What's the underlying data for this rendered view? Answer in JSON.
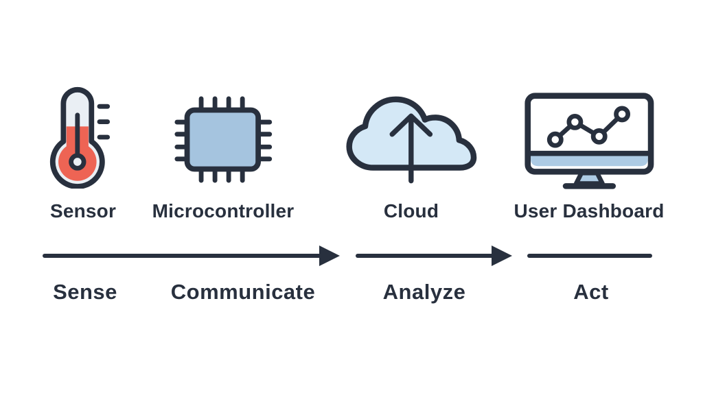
{
  "diagram": {
    "nodes": [
      {
        "label": "Sensor",
        "icon": "thermometer-icon"
      },
      {
        "label": "Microcontroller",
        "icon": "chip-icon"
      },
      {
        "label": "Cloud",
        "icon": "cloud-upload-icon"
      },
      {
        "label": "User Dashboard",
        "icon": "monitor-chart-icon"
      }
    ],
    "stages": [
      {
        "label": "Sense"
      },
      {
        "label": "Communicate"
      },
      {
        "label": "Analyze"
      },
      {
        "label": "Act"
      }
    ],
    "connectors": [
      {
        "type": "arrow"
      },
      {
        "type": "arrow"
      },
      {
        "type": "line"
      }
    ]
  },
  "colors": {
    "background": "#FFFFFF",
    "ink": "#28303E",
    "sensor_red": "#EE6454",
    "thermo_tube": "#EAEFF4",
    "chip_blue": "#A5C4DF",
    "cloud_blue": "#D4E8F6",
    "monitor_blue": "#ADCBE4",
    "screen_white": "#FFFFFF"
  }
}
